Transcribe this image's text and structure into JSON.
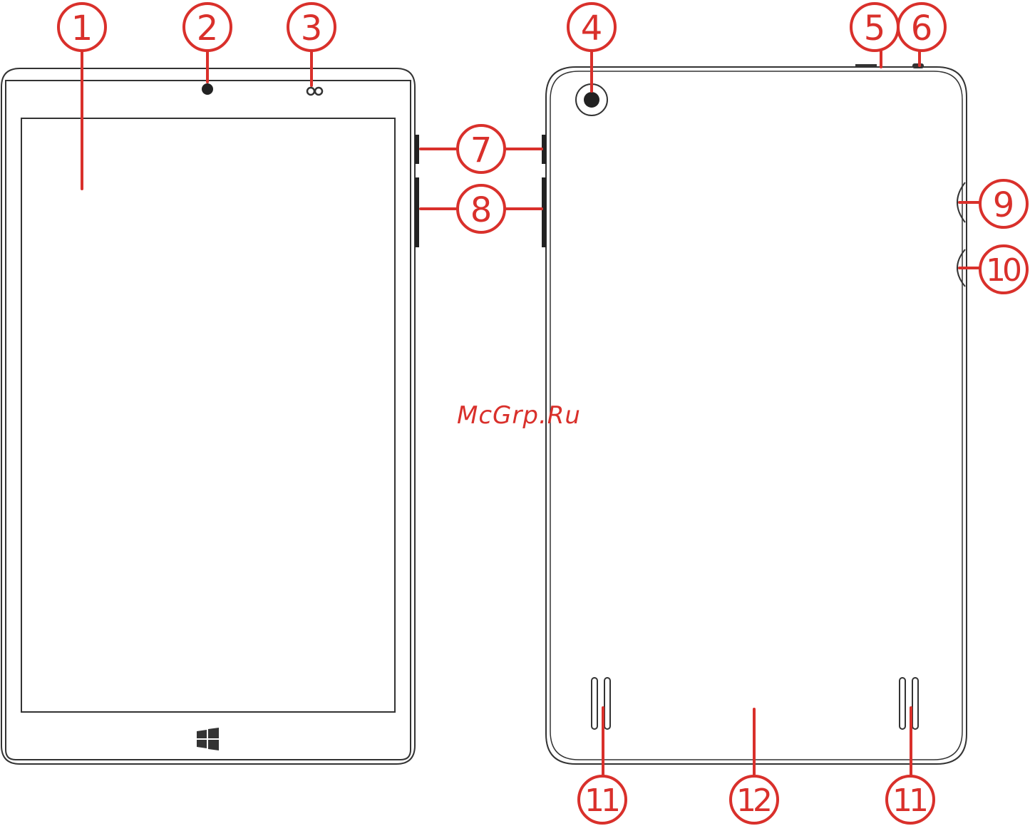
{
  "diagram": {
    "accent_color": "#d9302b",
    "outline_color": "#333333",
    "watermark": "McGrp.Ru",
    "icons": [
      "front-camera-icon",
      "light-sensor-icon",
      "windows-logo-icon",
      "rear-camera-icon",
      "speaker-grille-icon"
    ],
    "callouts": [
      {
        "id": "c1",
        "label": "1"
      },
      {
        "id": "c2",
        "label": "2"
      },
      {
        "id": "c3",
        "label": "3"
      },
      {
        "id": "c4",
        "label": "4"
      },
      {
        "id": "c5",
        "label": "5"
      },
      {
        "id": "c6",
        "label": "6"
      },
      {
        "id": "c7",
        "label": "7"
      },
      {
        "id": "c8",
        "label": "8"
      },
      {
        "id": "c9",
        "label": "9"
      },
      {
        "id": "c10",
        "label": "10"
      },
      {
        "id": "c11a",
        "label": "11"
      },
      {
        "id": "c12",
        "label": "12"
      },
      {
        "id": "c11b",
        "label": "11"
      }
    ]
  }
}
